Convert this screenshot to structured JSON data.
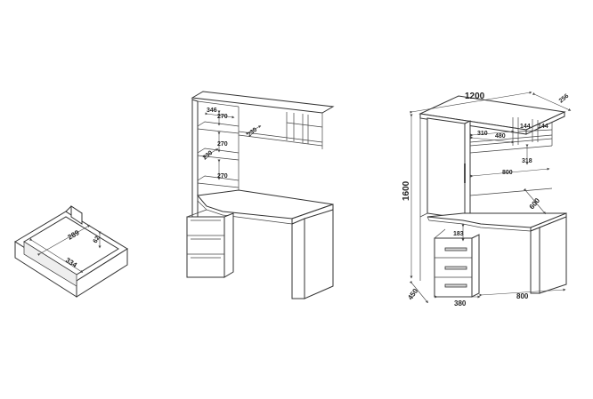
{
  "drawer": {
    "dim_length": "334",
    "dim_width": "289",
    "dim_height": "62"
  },
  "desk_interior": {
    "dim_shelf_width": "346",
    "dim_shelf_height_1": "270",
    "dim_shelf_height_2": "270",
    "dim_shelf_height_3": "270",
    "dim_depth_top": "230",
    "dim_depth_left": "230"
  },
  "desk_overall": {
    "dim_width": "1200",
    "dim_height": "1600",
    "dim_top_depth": "256",
    "dim_base_depth": "450",
    "dim_desk_depth": "600",
    "dim_pedestal_width": "380",
    "dim_knee_width": "800",
    "dim_shelf_inner_width": "800",
    "dim_hutch_310": "310",
    "dim_hutch_480": "480",
    "dim_hutch_144a": "144",
    "dim_hutch_144b": "144",
    "dim_hutch_318": "318",
    "dim_drawer_183": "183"
  }
}
